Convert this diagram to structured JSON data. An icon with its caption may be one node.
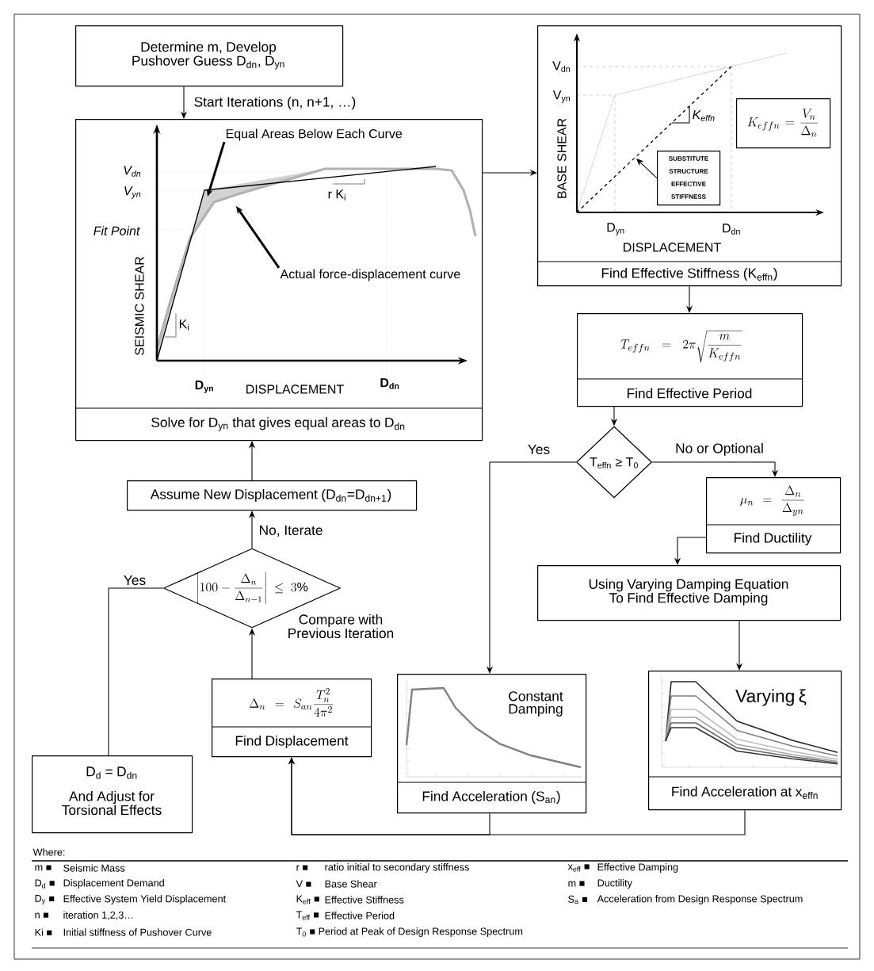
{
  "diagram": {
    "nodes": [
      {
        "text": [
          "Determine m, Develop Pushover Guess D$_{dn}$, D$_{yn}$"
        ]
      },
      {
        "text": [
          "Solve for D$_{yn}$ that gives equal areas to D$_{dn}$"
        ]
      },
      {
        "text": [
          "Equal Areas Below Each Curve"
        ],
        "in": 1
      },
      {
        "text": [
          "Actual force-displacement curve"
        ],
        "in": 1
      },
      {
        "text": [
          "Find Effective Stiffness (K$_{effn}$)"
        ]
      },
      {
        "text": [
          "K_{effn} = \\frac{V_n}{\\Delta_n}"
        ],
        "in": 4
      },
      {
        "text": [
          "SUBSTITUTE STRUCTURE EFFECTIVE STIFFNESS"
        ],
        "in": 4
      },
      {
        "text": [
          "T_{effn} = 2\\pi\\sqrt{\\frac{m}{K_{effn}}}",
          "Find Effective Period"
        ]
      },
      {
        "text": [
          "T$_{effn}$ ≥ T$_{0}$"
        ]
      },
      {
        "text": [
          "\\mu_n = \\frac{\\Delta_n}{\\Delta_{yn}}",
          "Find Ductility"
        ]
      },
      {
        "text": [
          "Using Varying Damping Equation To Find Effective Damping"
        ]
      },
      {
        "text": [
          "\\left|100 - \\frac{\\Delta_n}{\\Delta_{n-1}}\\right| \\leq 3\\%"
        ],
        "beside": [
          "Compare with Previous Iteration"
        ]
      },
      {
        "text": [
          "Assume New Displacement (D$_{dn}$=D$_{dn+1}$)"
        ]
      },
      {
        "text": [
          "\\Delta_n = S_{an}\\frac{T_n^2}{4\\pi^2}",
          "Find Displacement"
        ]
      },
      {
        "text": [
          "Constant Damping",
          "Find Acceleration (S$_{an}$)"
        ]
      },
      {
        "text": [
          "Varying ξ",
          "Find Acceleration at x$_{effn}$"
        ]
      },
      {
        "text": [
          "D$_{d}$ = D$_{dn}$",
          "And Adjust for Torsional Effects"
        ]
      }
    ],
    "edges": [
      {
        "from": 0,
        "to": 1,
        "arrow": "to",
        "label": "Start Iterations (n, n+1, …)"
      },
      {
        "from": 1,
        "to": 4,
        "arrow": "to"
      },
      {
        "from": 4,
        "to": 7,
        "arrow": "to"
      },
      {
        "from": 7,
        "to": 8,
        "arrow": "to"
      },
      {
        "from": 8,
        "to": 14,
        "arrow": "to",
        "label": "Yes"
      },
      {
        "from": 8,
        "to": 9,
        "arrow": "to",
        "label": "No or Optional"
      },
      {
        "from": 9,
        "to": 10,
        "arrow": "to"
      },
      {
        "from": 10,
        "to": 15,
        "arrow": "to"
      },
      {
        "from": 14,
        "to": 13,
        "arrow": "to"
      },
      {
        "from": 15,
        "to": 13,
        "arrow": "to"
      },
      {
        "from": 13,
        "to": 11,
        "arrow": "to"
      },
      {
        "from": 11,
        "to": 12,
        "arrow": "to",
        "label": "No, Iterate"
      },
      {
        "from": 12,
        "to": 1,
        "arrow": "to"
      },
      {
        "from": 11,
        "to": 16,
        "arrow": "none",
        "label": "Yes"
      },
      {
        "from": 2,
        "to": null,
        "arrow": "to",
        "style": "thick"
      },
      {
        "from": 3,
        "to": null,
        "arrow": "to",
        "style": "thick"
      },
      {
        "from": 6,
        "to": null,
        "arrow": "to"
      }
    ],
    "labels": [
      "V$_{dn}$",
      "V$_{yn}$",
      "Fit Point",
      "r K$_{i}$",
      "SEISMIC SHEAR",
      "K$_{i}$",
      "D$_{yn}$",
      "DISPLACEMENT",
      "D$_{dn}$",
      "V$_{dn}$",
      "V$_{yn}$",
      "K$_{effn}$",
      "BASE SHEAR",
      "D$_{yn}$",
      "D$_{dn}$",
      "DISPLACEMENT",
      "Where:",
      "m ■",
      "Seismic Mass",
      "r ■",
      "ratio initial to secondary stiffness",
      "x$_{eff}$ ■",
      "Effective Damping",
      "D$_{d}$ ■",
      "Displacement Demand",
      "V ■",
      "Base Shear",
      "m ■",
      "Ductility",
      "D$_{y}$ ■",
      "Effective System Yield Displacement",
      "K$_{eff}$ ■",
      "Effective Stiffness",
      "S$_{a}$ ■",
      "Acceleration from Design Response Spectrum",
      "n ■",
      "iteration 1,2,3…",
      "T$_{eff}$ ■",
      "Effective Period",
      "Ki ■",
      "Initial stiffness of Pushover Curve",
      "T$_{0}$ ■",
      "Period at Peak of Design Response Spectrum"
    ]
  }
}
